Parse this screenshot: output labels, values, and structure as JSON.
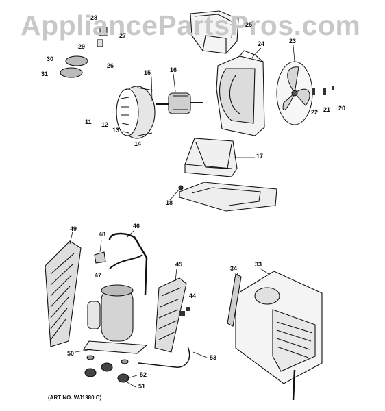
{
  "watermark": "AppliancePartsPros.com",
  "art_number": "(ART NO. WJ1980 C)",
  "callouts": [
    "11",
    "12",
    "13",
    "14",
    "15",
    "16",
    "17",
    "18",
    "20",
    "21",
    "22",
    "23",
    "24",
    "25",
    "26",
    "27",
    "28",
    "29",
    "30",
    "31",
    "33",
    "34",
    "44",
    "45",
    "46",
    "47",
    "48",
    "49",
    "50",
    "51",
    "52",
    "53"
  ],
  "icon_names": [
    "blower-wheel-icon",
    "fan-motor-icon",
    "fan-blade-icon",
    "orifice-shroud-icon",
    "base-pan-icon",
    "compressor-icon",
    "coil-icon",
    "cabinet-icon"
  ]
}
